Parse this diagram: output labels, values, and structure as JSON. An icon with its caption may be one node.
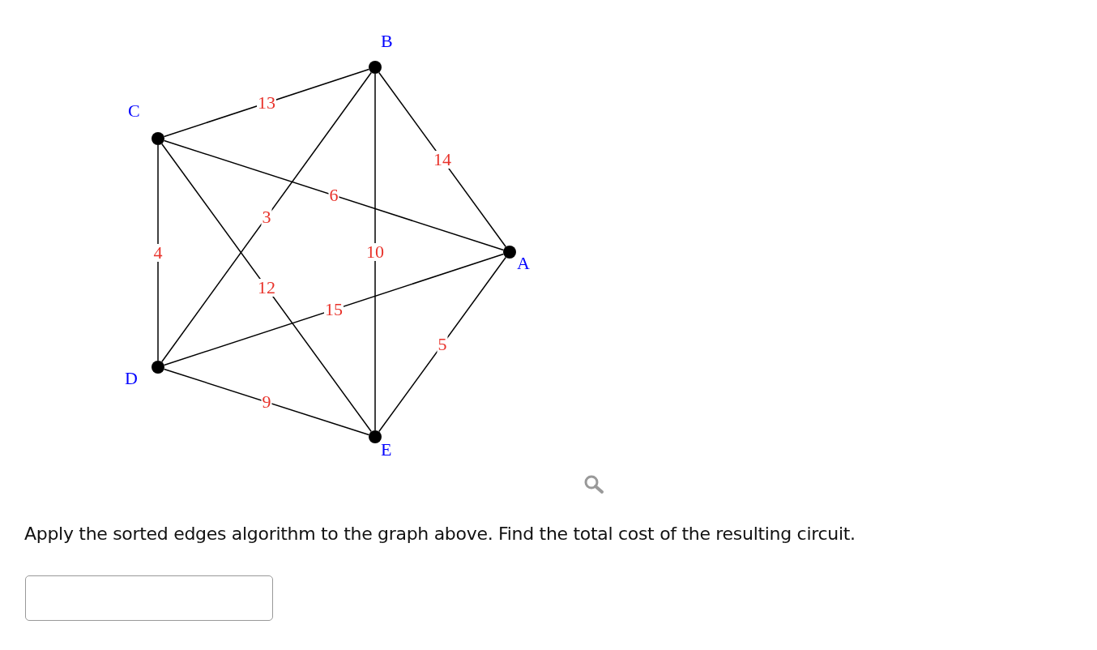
{
  "diagram": {
    "nodes": [
      {
        "text": [
          "B"
        ]
      },
      {
        "text": [
          "C"
        ]
      },
      {
        "text": [
          "A"
        ]
      },
      {
        "text": [
          "D"
        ]
      },
      {
        "text": [
          "E"
        ]
      }
    ],
    "edges": [
      {
        "from": 1,
        "to": 0,
        "arrow": "none",
        "label": "13"
      },
      {
        "from": 0,
        "to": 2,
        "arrow": "none",
        "label": "14"
      },
      {
        "from": 1,
        "to": 2,
        "arrow": "none",
        "label": "6"
      },
      {
        "from": 0,
        "to": 3,
        "arrow": "none",
        "label": "3"
      },
      {
        "from": 0,
        "to": 4,
        "arrow": "none",
        "label": "10"
      },
      {
        "from": 1,
        "to": 3,
        "arrow": "none",
        "label": "4"
      },
      {
        "from": 1,
        "to": 4,
        "arrow": "none",
        "label": "12"
      },
      {
        "from": 3,
        "to": 2,
        "arrow": "none",
        "label": "15"
      },
      {
        "from": 2,
        "to": 4,
        "arrow": "none",
        "label": "5"
      },
      {
        "from": 3,
        "to": 4,
        "arrow": "none",
        "label": "9"
      }
    ],
    "labels": [
      "Apply the sorted edges algorithm to the graph above. Find the total cost of the resulting circuit."
    ]
  }
}
